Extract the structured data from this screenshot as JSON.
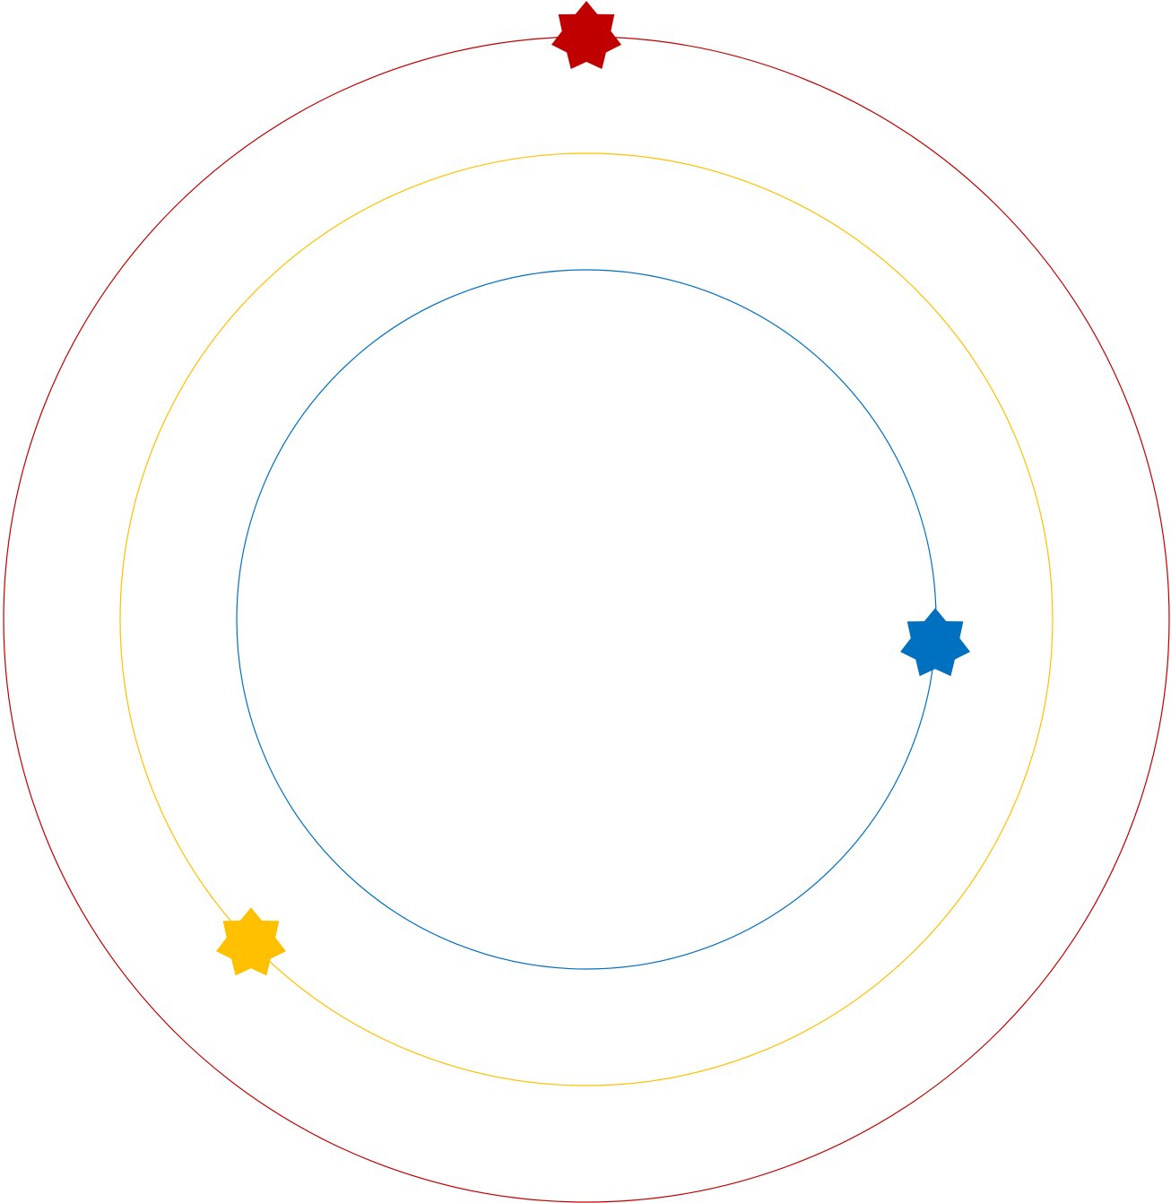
{
  "diagram": {
    "type": "concentric-orbits",
    "orbits": [
      {
        "name": "outer-orbit",
        "color": "#c00000",
        "marker": {
          "icon": "seven-point-star-icon",
          "color": "#c00000",
          "angle_deg": -90
        }
      },
      {
        "name": "middle-orbit",
        "color": "#ffc000",
        "marker": {
          "icon": "seven-point-star-icon",
          "color": "#ffc000",
          "angle_deg": 136
        }
      },
      {
        "name": "inner-orbit",
        "color": "#0070c0",
        "marker": {
          "icon": "seven-point-star-icon",
          "color": "#0070c0",
          "angle_deg": 4
        }
      }
    ]
  }
}
